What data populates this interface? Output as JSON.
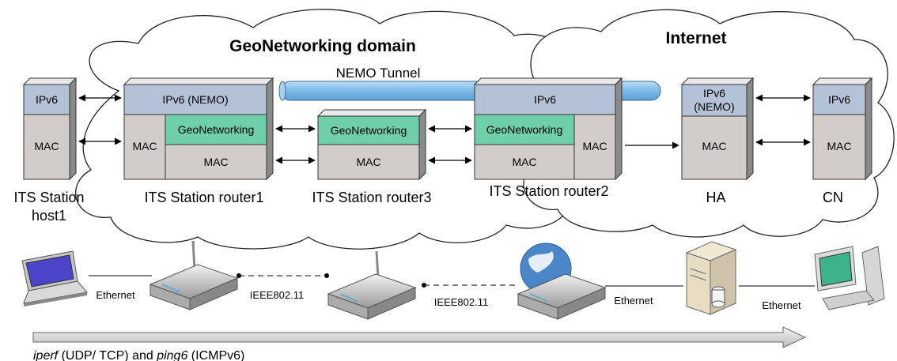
{
  "domains": {
    "geonet": "GeoNetworking domain",
    "internet": "Internet"
  },
  "tunnel_label": "NEMO Tunnel",
  "stacks": {
    "host1": {
      "ip": "IPv6",
      "mac": "MAC",
      "label_line1": "ITS Station",
      "label_line2": "host1"
    },
    "router1": {
      "ip": "IPv6 (NEMO)",
      "geo": "GeoNetworking",
      "mac_left": "MAC",
      "mac_bottom": "MAC",
      "label": "ITS Station router1"
    },
    "router3": {
      "geo": "GeoNetworking",
      "mac": "MAC",
      "label": "ITS Station router3"
    },
    "router2": {
      "ip": "IPv6",
      "geo": "GeoNetworking",
      "mac_bottom": "MAC",
      "mac_right": "MAC",
      "label": "ITS Station router2"
    },
    "ha": {
      "ip_line1": "IPv6",
      "ip_line2": "(NEMO)",
      "mac": "MAC",
      "label": "HA"
    },
    "cn": {
      "ip": "IPv6",
      "mac": "MAC",
      "label": "CN"
    }
  },
  "links": {
    "ethernet_1": "Ethernet",
    "wireless_1": "IEEE802.11",
    "wireless_2": "IEEE802.11",
    "ethernet_2": "Ethernet",
    "ethernet_3": "Ethernet"
  },
  "footer": {
    "tool1": "iperf",
    "tool1_desc": " (UDP/ TCP) and ",
    "tool2": "ping6",
    "tool2_desc": " (ICMPv6)"
  }
}
